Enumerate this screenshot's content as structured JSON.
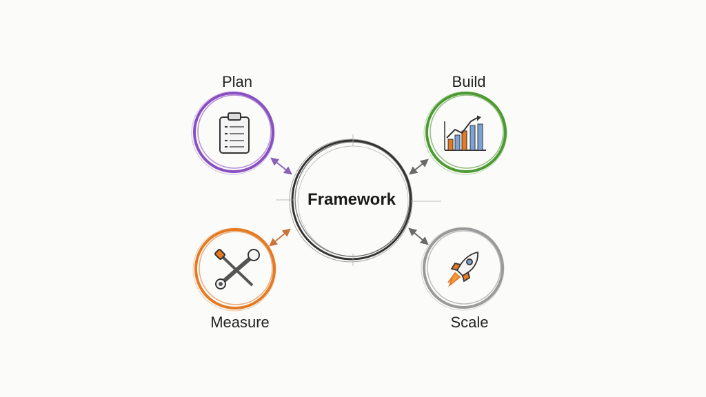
{
  "diagram": {
    "center": {
      "label": "Framework"
    },
    "nodes": [
      {
        "id": "plan",
        "label": "Plan",
        "color": "#8a4fc0",
        "icon": "clipboard-icon"
      },
      {
        "id": "build",
        "label": "Build",
        "color": "#4e9a32",
        "icon": "bar-chart-growth-icon"
      },
      {
        "id": "measure",
        "label": "Measure",
        "color": "#e37a24",
        "icon": "wrench-screwdriver-icon"
      },
      {
        "id": "scale",
        "label": "Scale",
        "color": "#9a9a9a",
        "icon": "rocket-icon"
      }
    ],
    "connector_colors": {
      "plan": "#8a63b8",
      "build": "#777777",
      "measure": "#c8743a",
      "scale": "#777777"
    }
  }
}
